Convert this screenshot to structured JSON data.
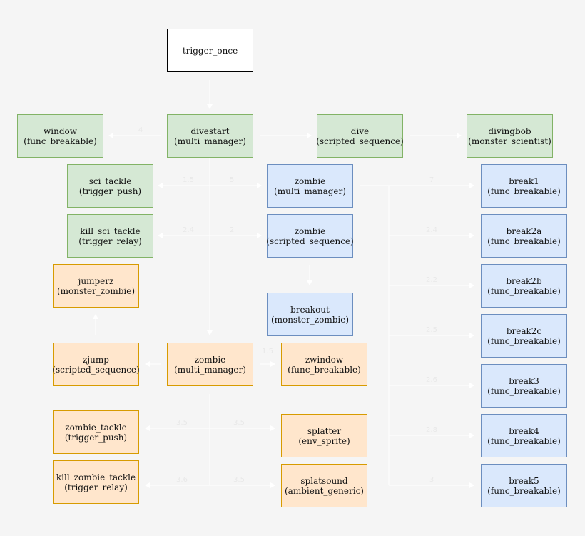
{
  "colors": {
    "background": "#f5f5f5",
    "edge": "#ffffff",
    "edge_label": "#e8e8e8",
    "white_fill": "#ffffff",
    "white_stroke": "#000000",
    "green_fill": "#d5e8d4",
    "green_stroke": "#82b366",
    "blue_fill": "#dae8fc",
    "blue_stroke": "#6c8ebf",
    "orange_fill": "#ffe6cc",
    "orange_stroke": "#d79b00"
  },
  "nodes": {
    "trigger_once": {
      "name": "trigger_once",
      "type": ""
    },
    "window": {
      "name": "window",
      "type": "(func_breakable)"
    },
    "divestart": {
      "name": "divestart",
      "type": "(multi_manager)"
    },
    "dive": {
      "name": "dive",
      "type": "(scripted_sequence)"
    },
    "divingbob": {
      "name": "divingbob",
      "type": "(monster_scientist)"
    },
    "sci_tackle": {
      "name": "sci_tackle",
      "type": "(trigger_push)"
    },
    "kill_sci_tackle": {
      "name": "kill_sci_tackle",
      "type": "(trigger_relay)"
    },
    "zombie_mm1": {
      "name": "zombie",
      "type": "(multi_manager)"
    },
    "zombie_ss": {
      "name": "zombie",
      "type": "(scripted_sequence)"
    },
    "breakout": {
      "name": "breakout",
      "type": "(monster_zombie)"
    },
    "jumperz": {
      "name": "jumperz",
      "type": "(monster_zombie)"
    },
    "zjump": {
      "name": "zjump",
      "type": "(scripted_sequence)"
    },
    "zombie_mm2": {
      "name": "zombie",
      "type": "(multi_manager)"
    },
    "zwindow": {
      "name": "zwindow",
      "type": "(func_breakable)"
    },
    "zombie_tackle": {
      "name": "zombie_tackle",
      "type": "(trigger_push)"
    },
    "kill_zombie_tackle": {
      "name": "kill_zombie_tackle",
      "type": "(trigger_relay)"
    },
    "splatter": {
      "name": "splatter",
      "type": "(env_sprite)"
    },
    "splatsound": {
      "name": "splatsound",
      "type": "(ambient_generic)"
    },
    "break1": {
      "name": "break1",
      "type": "(func_breakable)"
    },
    "break2a": {
      "name": "break2a",
      "type": "(func_breakable)"
    },
    "break2b": {
      "name": "break2b",
      "type": "(func_breakable)"
    },
    "break2c": {
      "name": "break2c",
      "type": "(func_breakable)"
    },
    "break3": {
      "name": "break3",
      "type": "(func_breakable)"
    },
    "break4": {
      "name": "break4",
      "type": "(func_breakable)"
    },
    "break5": {
      "name": "break5",
      "type": "(func_breakable)"
    }
  },
  "edge_labels": {
    "window": "4",
    "sci_tackle_left": "1.5",
    "sci_tackle_right": "5",
    "kill_sci_left": "2.4",
    "kill_sci_right": "2",
    "zwindow": "1.5",
    "zombie_tackle_left": "3.5",
    "zombie_tackle_right": "3.5",
    "kill_zombie_left": "3.6",
    "kill_zombie_right": "3.5",
    "break1": "7",
    "break2a": "2.4",
    "break2b": "2.2",
    "break2c": "2.5",
    "break3": "2.6",
    "break4": "2.8",
    "break5": "3"
  }
}
